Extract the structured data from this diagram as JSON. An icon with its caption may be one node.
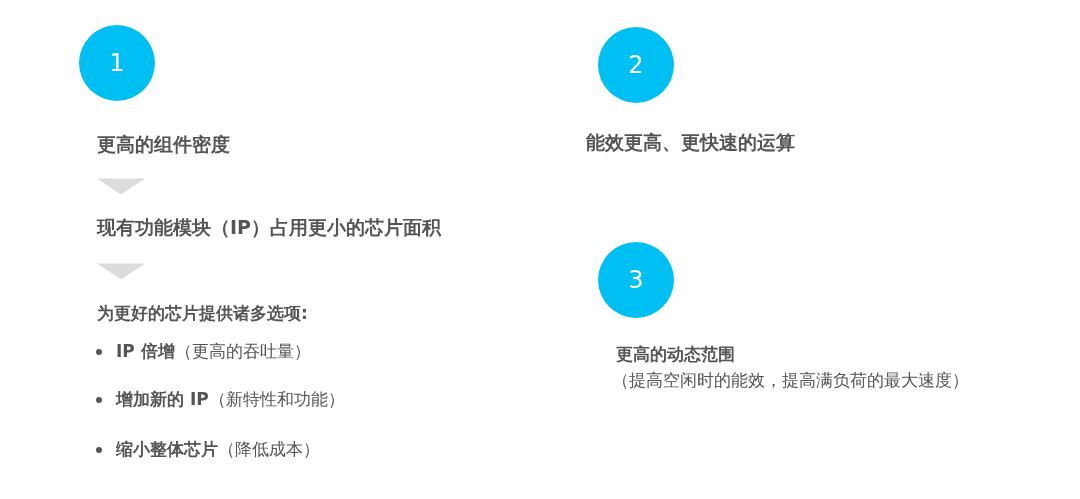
{
  "diagram": {
    "nodes": [
      {
        "text": [
          "1"
        ]
      },
      {
        "text": [
          "更高的组件密度"
        ]
      },
      {
        "text": [
          "现有功能模块（IP）占用更小的芯片面积"
        ]
      },
      {
        "text": [
          "为更好的芯片提供诸多选项:"
        ]
      },
      {
        "text": [
          "2"
        ],
        "beside": [
          "能效更高、更快速的运算"
        ]
      },
      {
        "text": [
          "3"
        ],
        "beside": [
          "更高的动态范围",
          "（提高空闲时的能效，提高满负荷的最大速度）"
        ]
      }
    ],
    "edges": [
      {
        "from": 1,
        "to": 2,
        "arrow": "to"
      },
      {
        "from": 2,
        "to": 3,
        "arrow": "to"
      }
    ],
    "labels": [
      "**IP 倍增**（更高的吞吐量）",
      "**增加新的 IP**（新特性和功能）",
      "**缩小整体芯片**（降低成本）"
    ]
  }
}
